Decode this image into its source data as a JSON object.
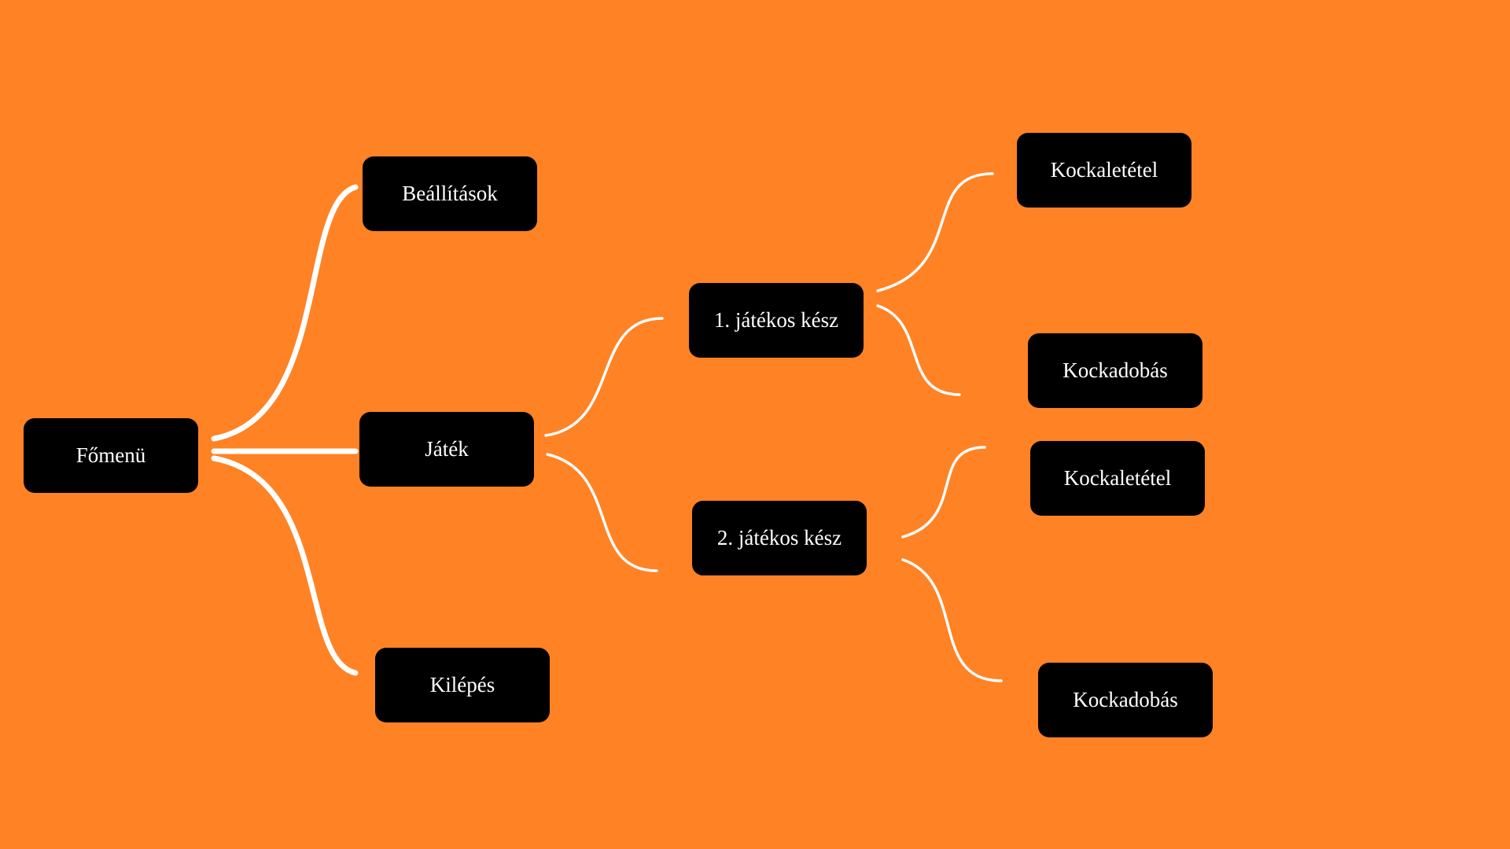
{
  "diagram": {
    "background_color": "#FF8225",
    "node_color": "#000000",
    "text_color": "#FFFFFF",
    "link_color": "#FFFFFF",
    "nodes": {
      "fomenu": "Főmenü",
      "beallitasok": "Beállítások",
      "jatek": "Játék",
      "kilepes": "Kilépés",
      "jatekos1": "1. játékos kész",
      "jatekos2": "2. játékos kész",
      "kockaletetel1": "Kockaletétel",
      "kockadobas1": "Kockadobás",
      "kockaletetel2": "Kockaletétel",
      "kockadobas2": "Kockadobás"
    },
    "edges": [
      [
        "fomenu",
        "beallitasok"
      ],
      [
        "fomenu",
        "jatek"
      ],
      [
        "fomenu",
        "kilepes"
      ],
      [
        "jatek",
        "jatekos1"
      ],
      [
        "jatek",
        "jatekos2"
      ],
      [
        "jatekos1",
        "kockaletetel1"
      ],
      [
        "jatekos1",
        "kockadobas1"
      ],
      [
        "jatekos2",
        "kockaletetel2"
      ],
      [
        "jatekos2",
        "kockadobas2"
      ]
    ]
  }
}
